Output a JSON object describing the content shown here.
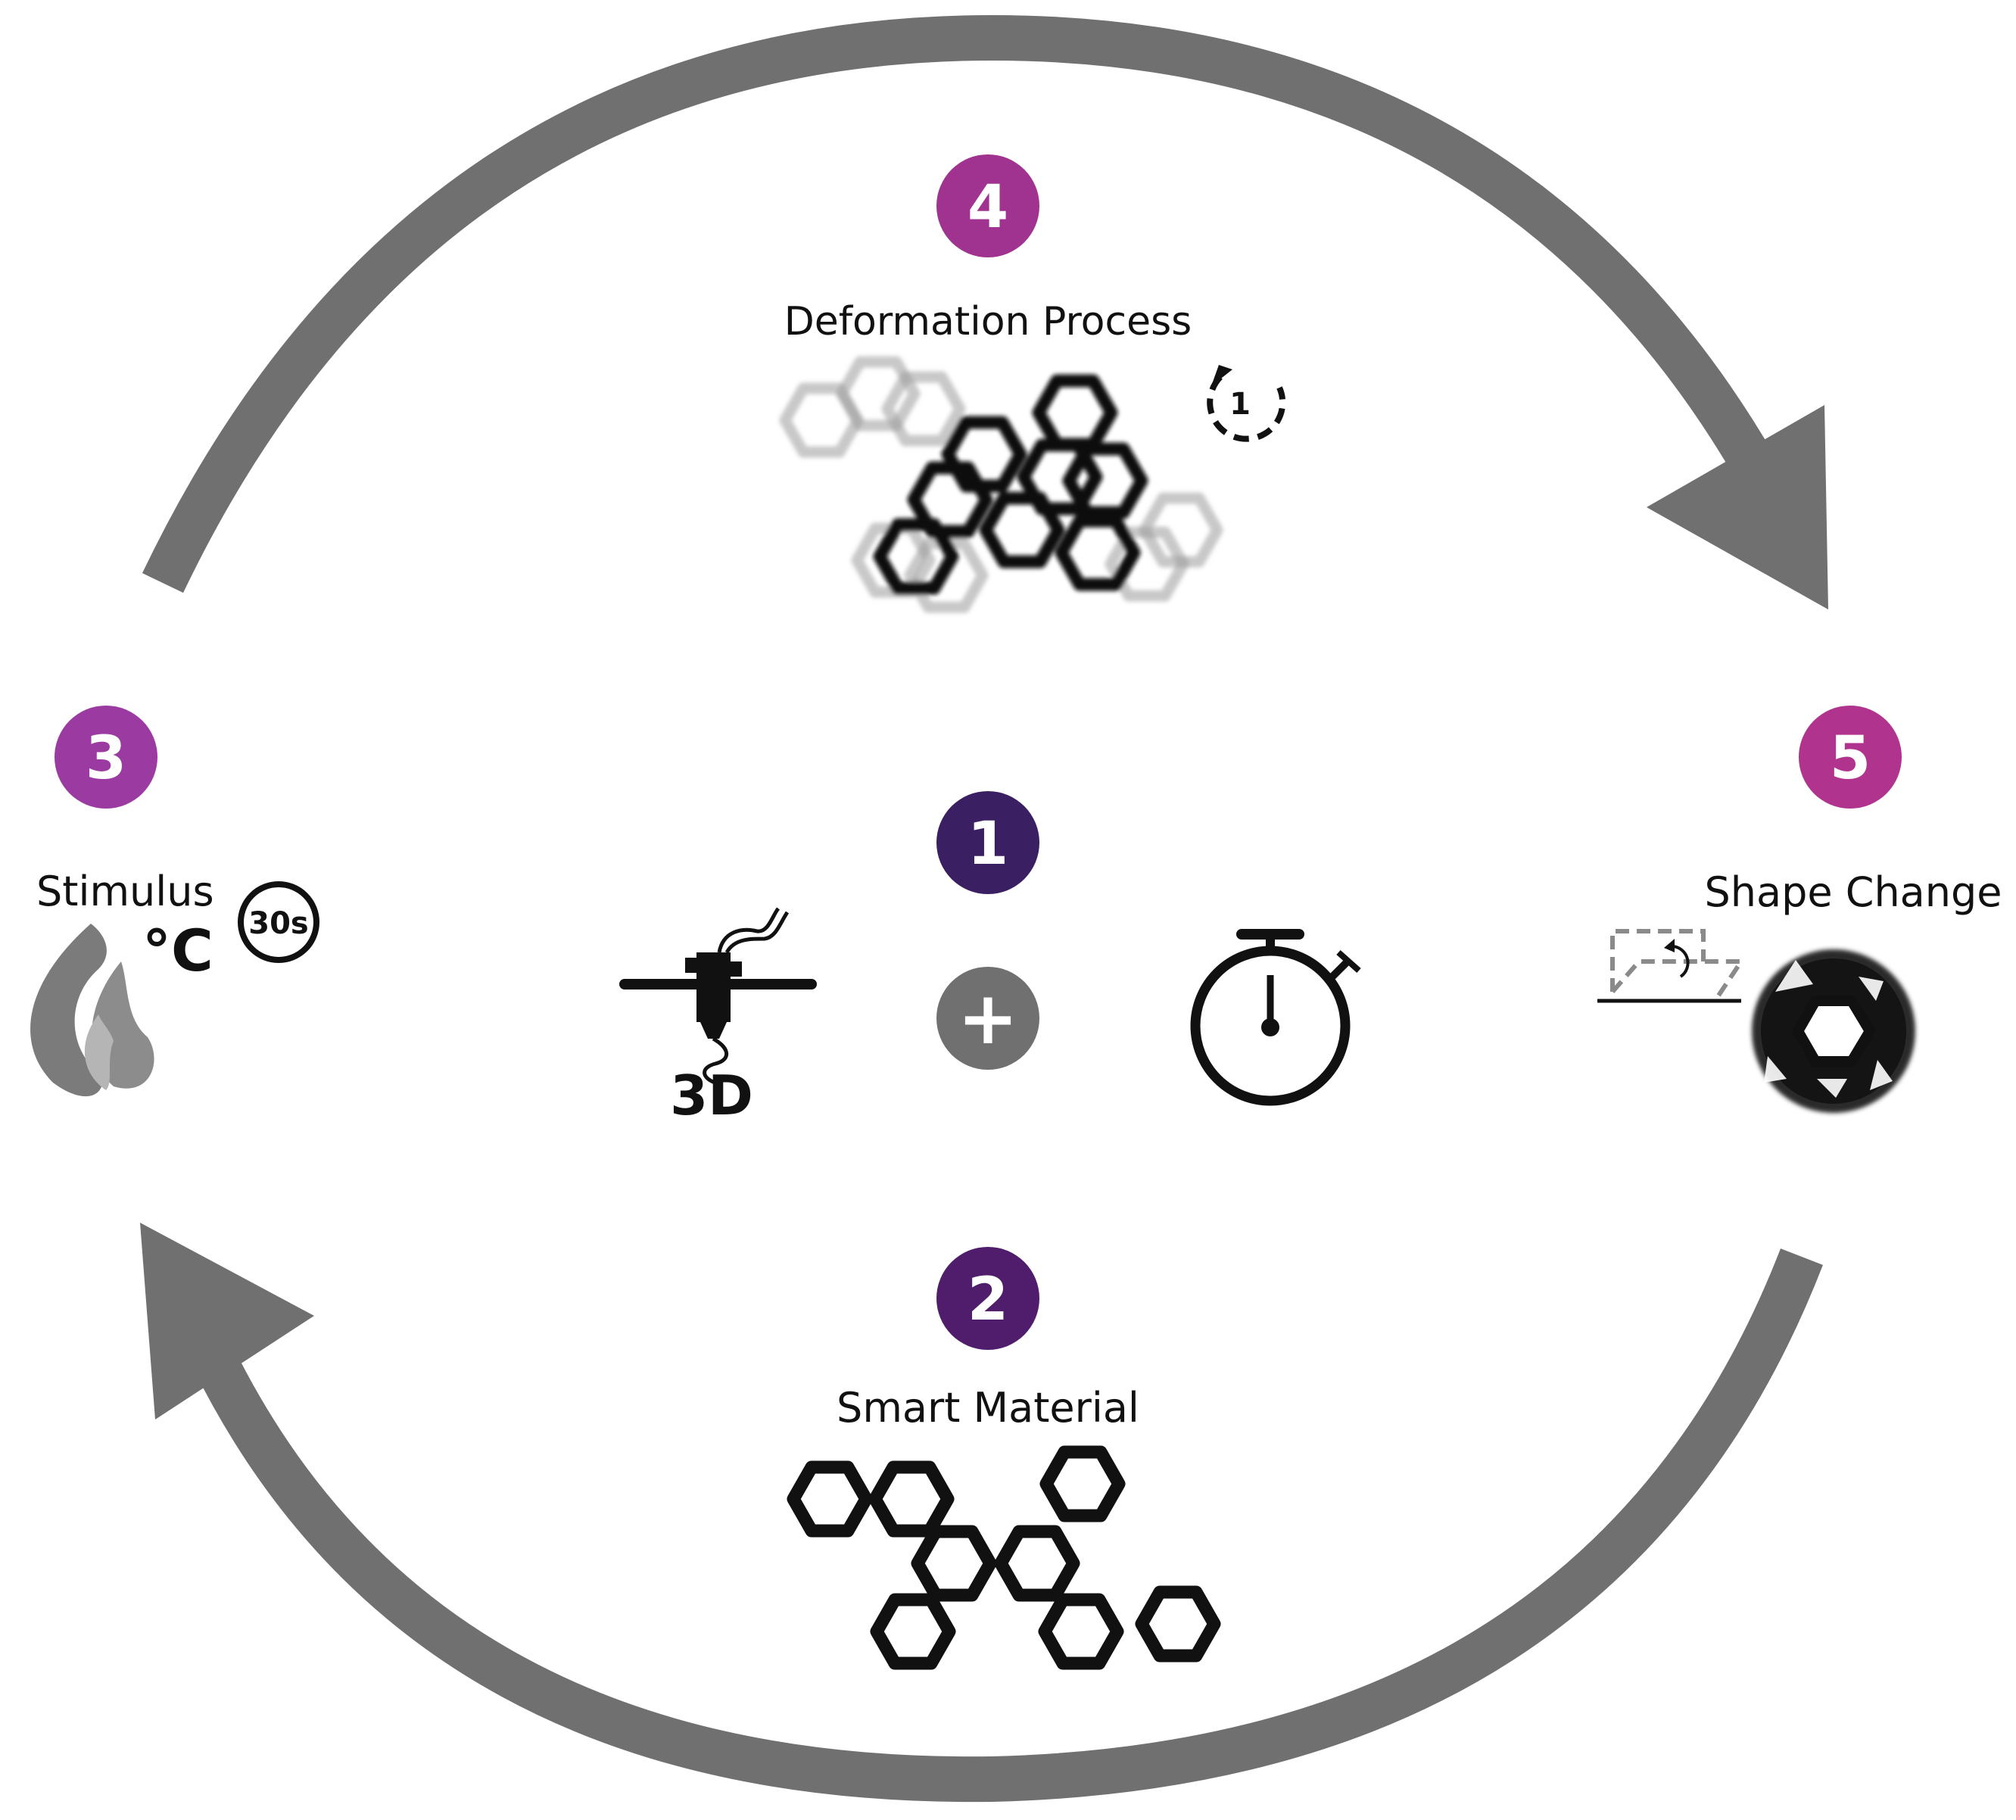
{
  "colors": {
    "arrow": "#707070",
    "step1": "#3b1f63",
    "step2": "#4f1d6b",
    "step3": "#9b3aa0",
    "step4": "#a0338f",
    "step5": "#b0338e",
    "plus": "#707070",
    "ink": "#111111"
  },
  "steps": [
    {
      "number": "1",
      "label": ""
    },
    {
      "number": "2",
      "label": "Smart Material"
    },
    {
      "number": "3",
      "label": "Stimulus"
    },
    {
      "number": "4",
      "label": "Deformation Process"
    },
    {
      "number": "5",
      "label": "Shape Change"
    }
  ],
  "stimulus": {
    "temperature_unit": "°C",
    "duration": "30s"
  },
  "deformation": {
    "cycle_count": "1"
  },
  "printer": {
    "label": "3D"
  },
  "operator": {
    "symbol": "+"
  },
  "icons": [
    "flame-icon",
    "timer-30s-icon",
    "cycle-1-icon",
    "3d-printer-icon",
    "plus-icon",
    "stopwatch-icon",
    "fold-hinge-icon"
  ]
}
